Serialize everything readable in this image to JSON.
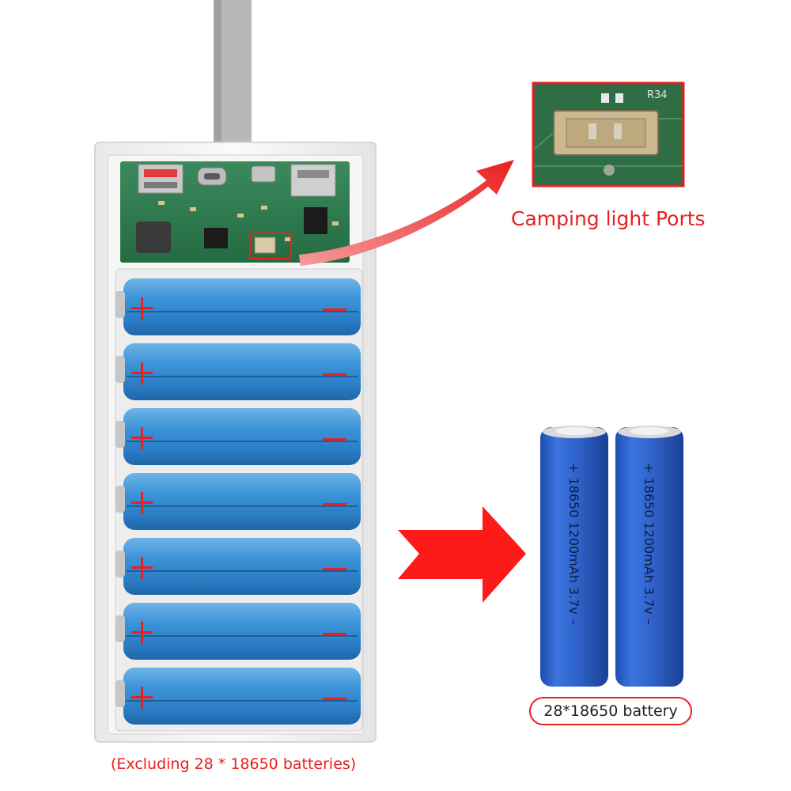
{
  "colors": {
    "accent_red": "#e8201f",
    "battery_blue": "#3a8fd6",
    "battery_blue_dark": "#2b78bf",
    "pcb_green": "#2e7d4f",
    "case_white": "#f4f4f4",
    "cell_blue": "#2f62c9"
  },
  "icons": {
    "callout_arrow": "curved-arrow-icon",
    "big_arrow": "right-arrow-icon",
    "plus": "plus-icon",
    "minus": "minus-icon"
  },
  "labels": {
    "camping_light": "Camping light Ports",
    "battery_badge": "28*18650 battery",
    "excluding_note": "(Excluding 28 * 18650 batteries)"
  },
  "cell_print": {
    "plus": "+",
    "model": "18650",
    "spec": "1200mAh 3.7v",
    "minus": "–"
  },
  "pcb_print": {
    "connector_ref": "R34"
  },
  "battery_rows": 7
}
